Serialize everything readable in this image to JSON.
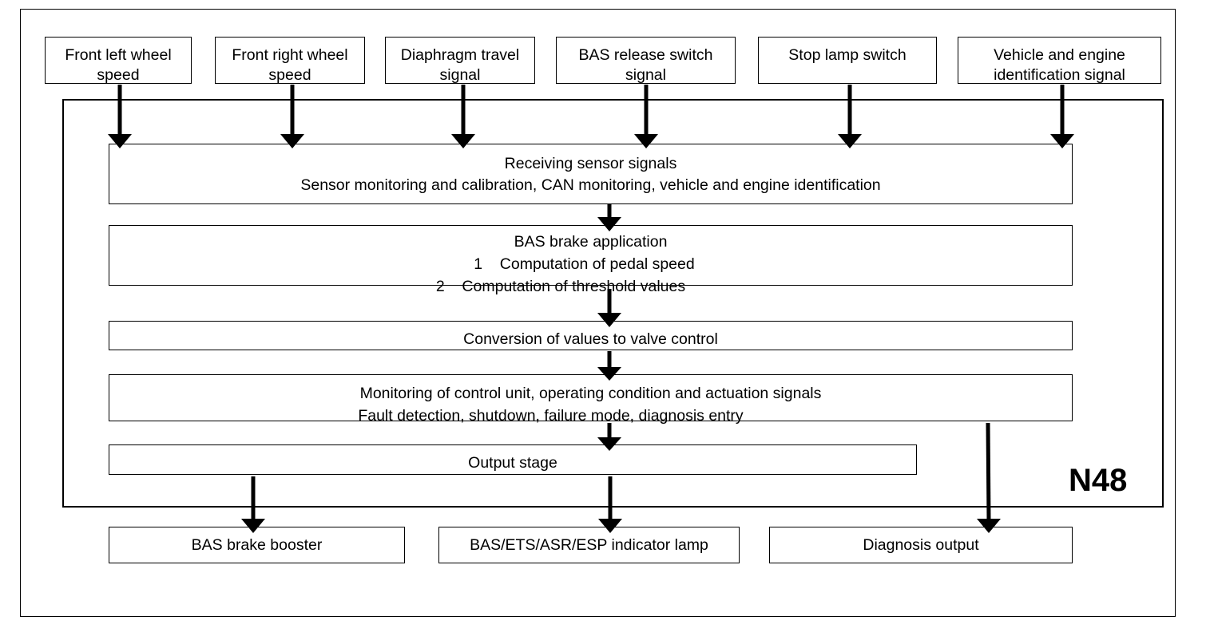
{
  "inputs": [
    {
      "line1": "Front left wheel",
      "line2": "speed"
    },
    {
      "line1": "Front right wheel",
      "line2": "speed"
    },
    {
      "line1": "Diaphragm travel",
      "line2": "signal"
    },
    {
      "line1": "BAS release switch",
      "line2": "signal"
    },
    {
      "line1": "Stop lamp switch",
      "line2": ""
    },
    {
      "line1": "Vehicle and engine",
      "line2": "identification signal"
    }
  ],
  "control_unit": {
    "label": "N48"
  },
  "stages": {
    "receiving": {
      "line1": "Receiving sensor signals",
      "line2": "Sensor monitoring and calibration, CAN monitoring, vehicle and engine identification"
    },
    "bas": {
      "line1": "BAS brake application",
      "line2": "1    Computation of pedal speed",
      "line3": "2    Computation of threshold values"
    },
    "conversion": {
      "line1": "Conversion of values to valve control"
    },
    "monitoring": {
      "line1": "Monitoring of control unit, operating condition and actuation signals",
      "line2": "Fault detection, shutdown, failure mode, diagnosis entry"
    },
    "output_stage": {
      "line1": "Output stage"
    }
  },
  "outputs": [
    {
      "label": "BAS brake booster"
    },
    {
      "label": "BAS/ETS/ASR/ESP indicator lamp"
    },
    {
      "label": "Diagnosis output"
    }
  ]
}
